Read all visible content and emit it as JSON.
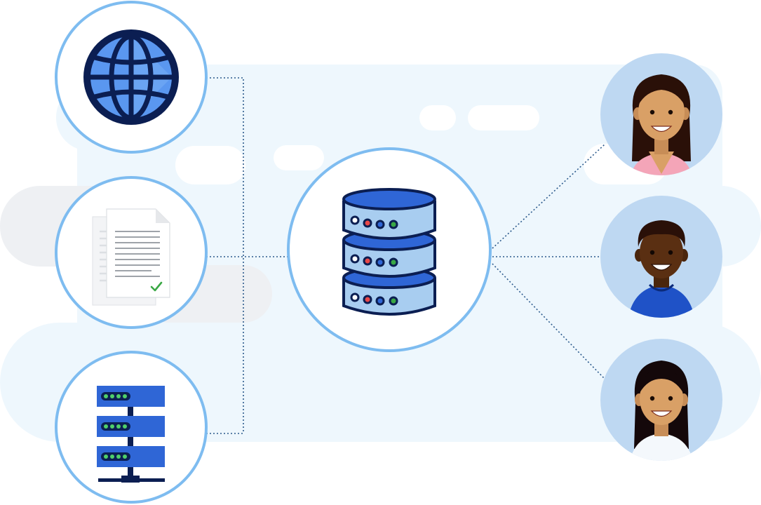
{
  "diagram": {
    "colors": {
      "circle_border": "#7ebcf0",
      "connector": "#2c5a8c",
      "background_band": "#eef7fd",
      "cloud_white": "#ffffff",
      "cloud_grey": "#eef0f3",
      "avatar_bg": "#bed8f2",
      "primary_blue": "#2f66d6",
      "light_blue": "#a8cdf0",
      "dark_navy": "#0b1e52",
      "skin_light": "#d9a066",
      "skin_dark": "#5a2f12",
      "hair": "#2a1008",
      "check_green": "#3aa845"
    },
    "sources": [
      {
        "id": "web",
        "icon": "globe-icon"
      },
      {
        "id": "documents",
        "icon": "document-icon"
      },
      {
        "id": "servers",
        "icon": "server-rack-icon"
      }
    ],
    "hub": {
      "icon": "database-icon"
    },
    "users": [
      {
        "id": "user-1",
        "icon": "woman-avatar-icon"
      },
      {
        "id": "user-2",
        "icon": "man-avatar-icon"
      },
      {
        "id": "user-3",
        "icon": "woman-avatar-icon"
      }
    ]
  }
}
